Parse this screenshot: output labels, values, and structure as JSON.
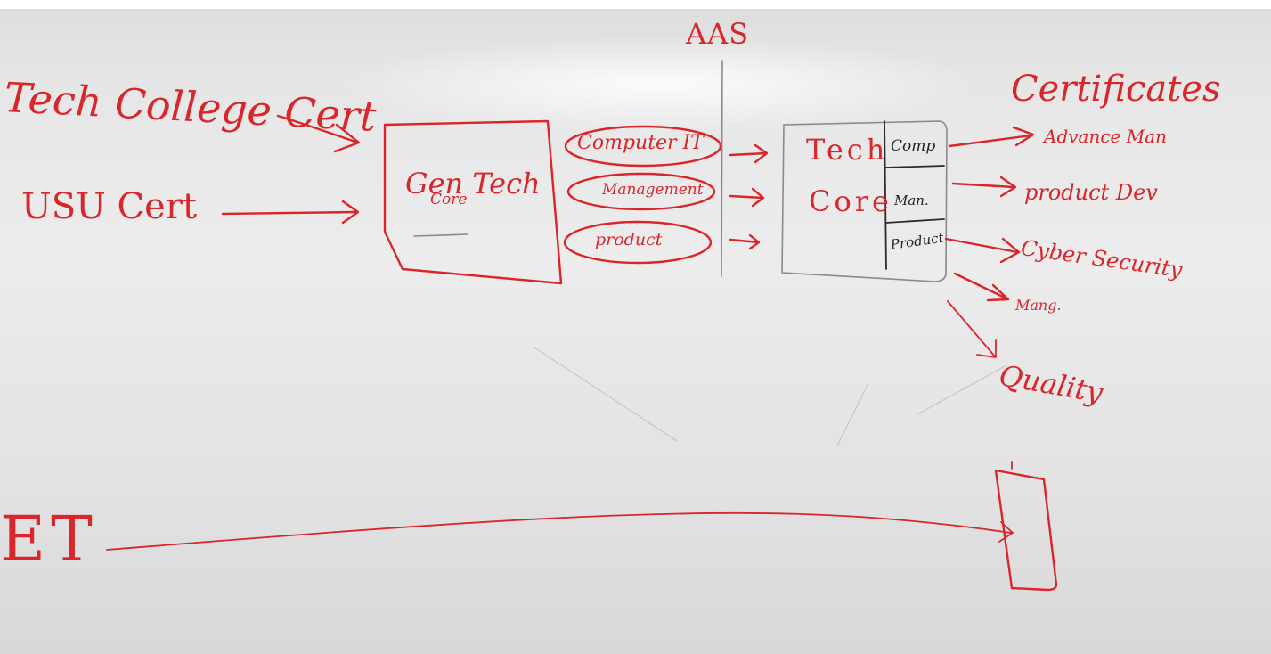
{
  "board": {
    "aas": "AAS",
    "certificates_heading": "Certificates",
    "inputs": [
      "Tech College Cert",
      "USU Cert",
      "ET"
    ],
    "gen_tech_core": {
      "line1": "Gen Tech",
      "line2": "Core"
    },
    "tracks": [
      "Computer IT",
      "Management",
      "product"
    ],
    "tech_core": {
      "line1": "Tech",
      "line2": "Core"
    },
    "tech_core_cells": [
      "Comp",
      "Man.",
      "Product"
    ],
    "outputs": [
      "Advance Man",
      "product Dev",
      "Cyber Security",
      "Mang.",
      "Quality"
    ]
  },
  "colors": {
    "marker_red": "#d8262b",
    "marker_black": "#222222",
    "board": "#e8e8e8"
  }
}
